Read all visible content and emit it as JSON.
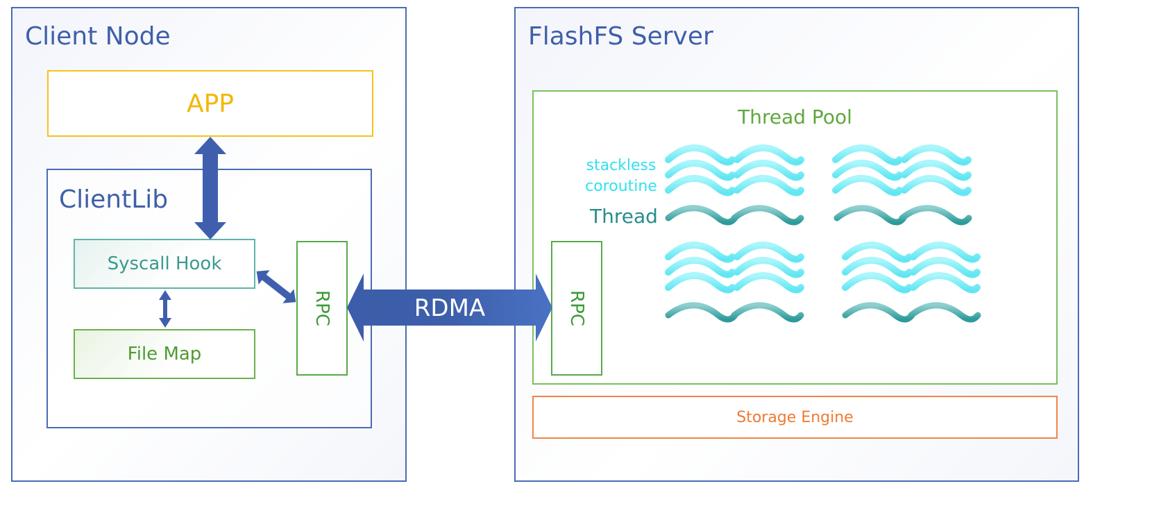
{
  "client_node": {
    "title": "Client Node",
    "app_label": "APP",
    "clientlib": {
      "title": "ClientLib",
      "syscall_hook": "Syscall Hook",
      "file_map": "File Map",
      "rpc": "RPC"
    }
  },
  "link": {
    "label": "RDMA"
  },
  "server": {
    "title": "FlashFS Server",
    "thread_pool": {
      "title": "Thread Pool",
      "coroutine_label_1": "stackless",
      "coroutine_label_2": "coroutine",
      "thread_label": "Thread",
      "rpc": "RPC"
    },
    "storage_engine": "Storage Engine"
  },
  "colors": {
    "node_border": "#4a6bb5",
    "app": "#f2b705",
    "arrow": "#3f5fae",
    "coroutine": "#7ff0f8",
    "thread": "#3aa8a8",
    "rpc": "#3c9a38",
    "storage": "#ef7a32"
  },
  "icons": [
    "double-arrow-icon",
    "coroutine-wave-icon",
    "thread-wave-icon"
  ]
}
